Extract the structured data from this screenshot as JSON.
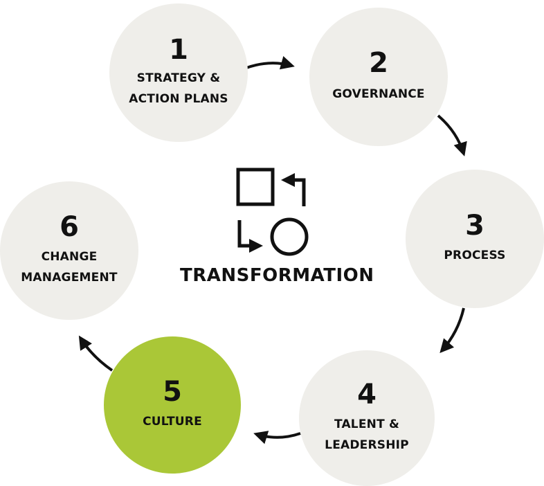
{
  "colors": {
    "circle_fill": "#efeeea",
    "highlight_fill": "#aac737",
    "text": "#111111",
    "arrow": "#111111"
  },
  "center": {
    "title": "TRANSFORMATION",
    "icon": "transformation-icon"
  },
  "steps": [
    {
      "number": "1",
      "label_lines": [
        "STRATEGY &",
        "ACTION PLANS"
      ],
      "highlighted": false
    },
    {
      "number": "2",
      "label_lines": [
        "GOVERNANCE"
      ],
      "highlighted": false
    },
    {
      "number": "3",
      "label_lines": [
        "PROCESS"
      ],
      "highlighted": false
    },
    {
      "number": "4",
      "label_lines": [
        "TALENT &",
        "LEADERSHIP"
      ],
      "highlighted": false
    },
    {
      "number": "5",
      "label_lines": [
        "CULTURE"
      ],
      "highlighted": true
    },
    {
      "number": "6",
      "label_lines": [
        "CHANGE",
        "MANAGEMENT"
      ],
      "highlighted": false
    }
  ]
}
